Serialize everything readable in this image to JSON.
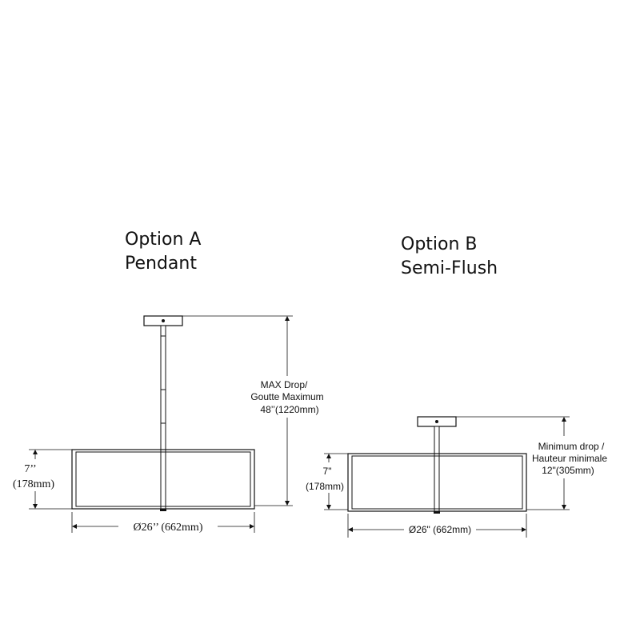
{
  "option_a": {
    "title_line1": "Option A",
    "title_line2": "Pendant",
    "height_in": "7’’",
    "height_mm": "(178mm)",
    "diameter": "Ø26’’ (662mm)",
    "drop_line1": "MAX Drop/",
    "drop_line2": "Goutte Maximum",
    "drop_line3": "48’’(1220mm)"
  },
  "option_b": {
    "title_line1": "Option B",
    "title_line2": "Semi-Flush",
    "height_in": "7\"",
    "height_mm": "(178mm)",
    "diameter": "Ø26\" (662mm)",
    "drop_line1": "Minimum drop /",
    "drop_line2": "Hauteur minimale",
    "drop_line3": "12\"(305mm)"
  }
}
